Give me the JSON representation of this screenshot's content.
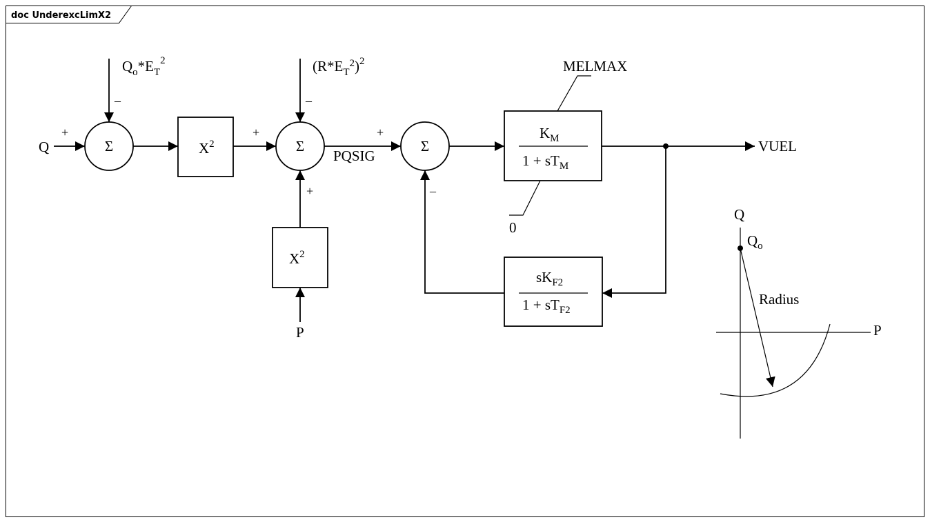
{
  "frame": {
    "title": "doc UnderexcLimX2"
  },
  "inputs": {
    "q": "Q",
    "p": "P",
    "qo_et2": {
      "base": "Q",
      "sub_o": "o",
      "mid": "*E",
      "sub_t": "T",
      "sup": "2"
    },
    "r_et2": {
      "open": "(R*E",
      "sub_t": "T",
      "sup_in": "2",
      "close": ")",
      "sup_out": "2"
    }
  },
  "summers": {
    "symbol": "Σ"
  },
  "blocks": {
    "square": {
      "base": "X",
      "sup": "2"
    },
    "lag": {
      "num_base": "K",
      "num_sub": "M",
      "den_prefix": "1 + sT",
      "den_sub": "M"
    },
    "feedback": {
      "num_prefix": "sK",
      "num_sub": "F2",
      "den_prefix": "1 + sT",
      "den_sub": "F2"
    }
  },
  "limits": {
    "max": "MELMAX",
    "min": "0"
  },
  "signals": {
    "pqsig": "PQSIG",
    "output": "VUEL"
  },
  "signs": {
    "plus": "+",
    "minus": "–"
  },
  "inset": {
    "q_axis": "Q",
    "p_axis": "P",
    "qo": {
      "base": "Q",
      "sub": "o"
    },
    "radius": "Radius"
  }
}
